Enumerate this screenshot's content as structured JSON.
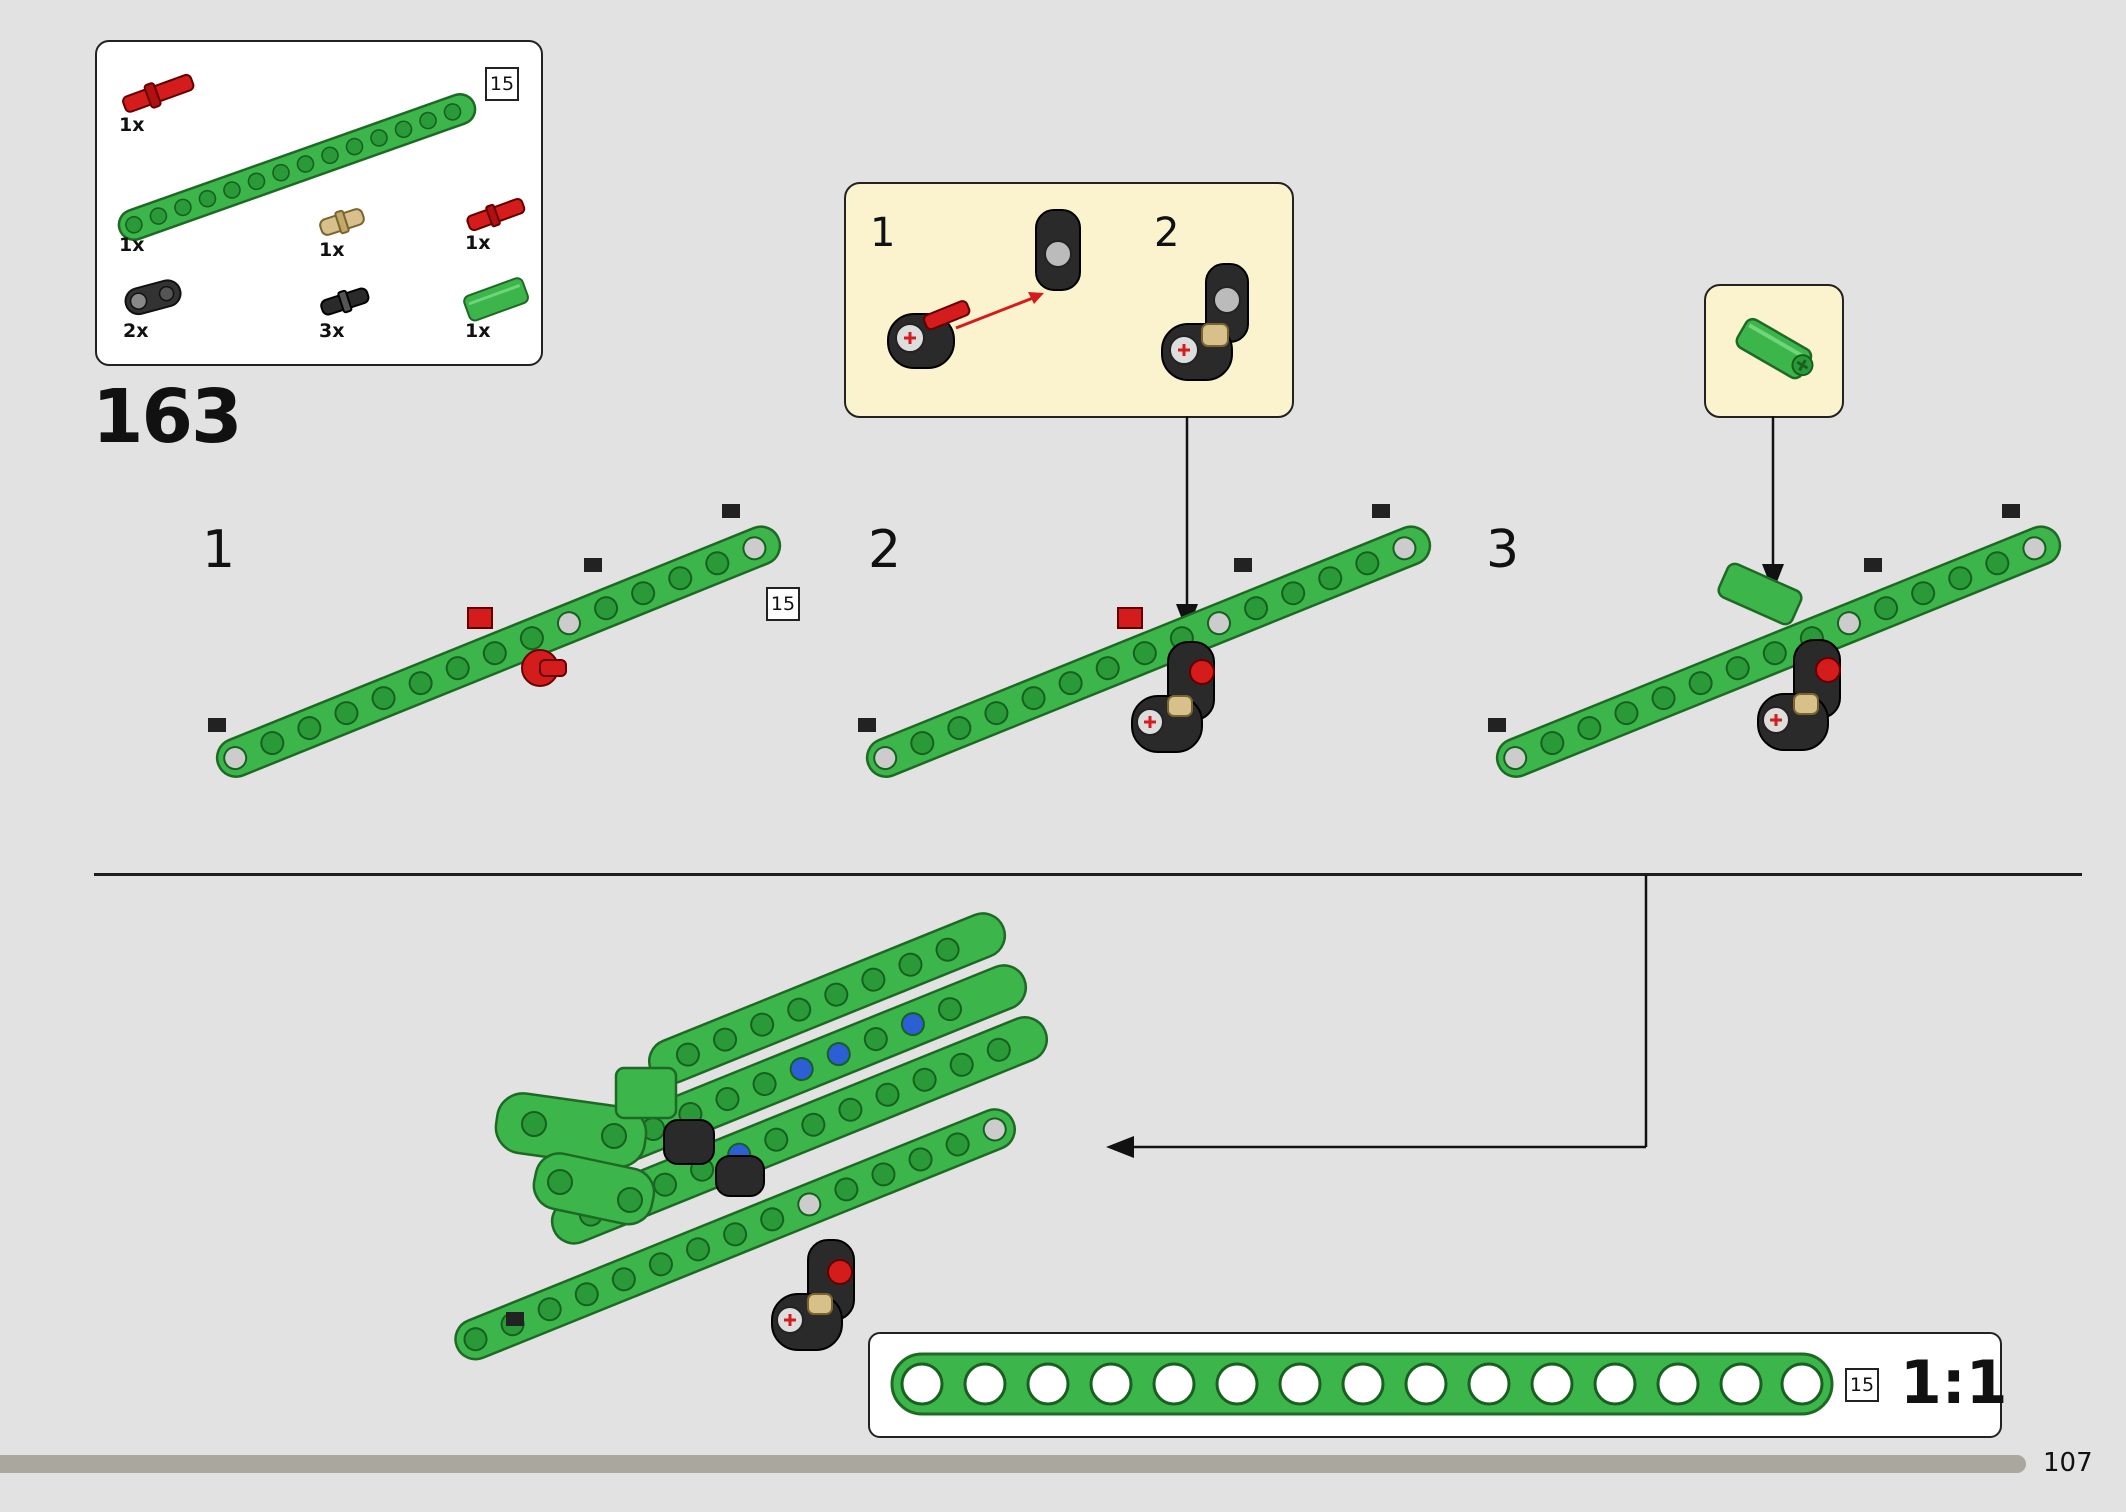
{
  "step": {
    "number": "163"
  },
  "parts_list": {
    "items": [
      {
        "name": "red-axle-pin-icon",
        "qty": "1x"
      },
      {
        "name": "green-beam-15-icon",
        "qty": "1x",
        "length": "15"
      },
      {
        "name": "tan-pin-icon",
        "qty": "1x"
      },
      {
        "name": "red-axle-pin-small-icon",
        "qty": "1x"
      },
      {
        "name": "black-connector-icon",
        "qty": "2x"
      },
      {
        "name": "black-pin-icon",
        "qty": "3x"
      },
      {
        "name": "green-axle-connector-icon",
        "qty": "1x"
      }
    ]
  },
  "substeps": [
    {
      "label": "1",
      "beam_length": "15"
    },
    {
      "label": "2"
    },
    {
      "label": "3"
    }
  ],
  "callout_assembly": {
    "steps": [
      "1",
      "2"
    ]
  },
  "scale_bar": {
    "length": "15",
    "label": "1:1"
  },
  "page": {
    "number": "107"
  },
  "colors": {
    "background": "#e2e2e2",
    "beam_green": "#3cb54a",
    "beam_dark": "#1e7a2a",
    "callout": "#fbf3cd",
    "red_part": "#d41c1c",
    "progress": "#aaa79e"
  }
}
